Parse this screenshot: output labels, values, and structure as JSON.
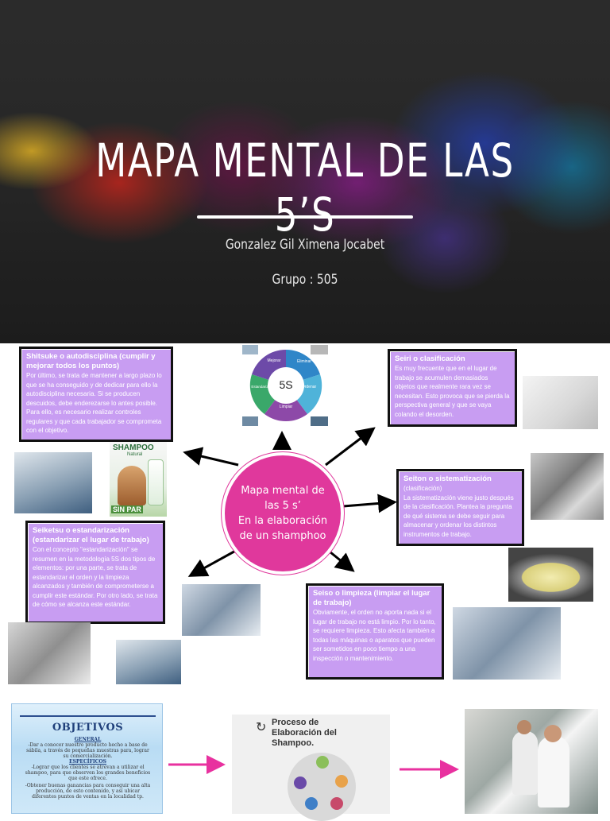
{
  "hero": {
    "title": "MAPA MENTAL DE LAS 5’S",
    "author": "Gonzalez Gil Ximena Jocabet",
    "group": "Grupo : 505"
  },
  "center": {
    "lines": [
      "Mapa mental de",
      "las 5 s’",
      "En la elaboración",
      "de un shamphoo"
    ]
  },
  "boxes": {
    "shitsuke": {
      "heading": "Shitsuke o autodisciplina (cumplir y mejorar todos los puntos)",
      "body": "Por último, se trata de mantener a largo plazo lo que se ha conseguido y de dedicar para ello la autodisciplina necesaria. Si se producen descuidos, debe enderezarse lo antes posible. Para ello, es necesario realizar controles regulares y que cada trabajador se comprometa con el objetivo."
    },
    "seiri": {
      "heading": "Seiri o clasificación",
      "body": "Es muy frecuente que en el lugar de trabajo se acumulen demasiados objetos que realmente rara vez se necesitan. Esto provoca que se pierda la perspectiva general y que se vaya colando el desorden."
    },
    "seiton": {
      "heading": "Seiton o sistematización",
      "sub": "(clasificación)",
      "body": "La sistematización viene justo después de la clasificación. Plantea la pregunta de qué sistema se debe seguir para almacenar y ordenar los distintos instrumentos de trabajo."
    },
    "seiketsu": {
      "heading": "Seiketsu o estandarización (estandarizar el lugar de trabajo)",
      "body": "Con el concepto \"estandarización\" se resumen en la metodología 5S dos tipos de elementos: por una parte, se trata de estandarizar el orden y la limpieza alcanzados y también de comprometerse a cumplir este estándar. Por otro lado, se trata de cómo se alcanza este estándar."
    },
    "seiso": {
      "heading": "Seiso o limpieza (limpiar el lugar de trabajo)",
      "body": "Obviamente, el orden no aporta nada si el lugar de trabajo no está limpio. Por lo tanto, se requiere limpieza. Esto afecta también a todas las máquinas o aparatos que pueden ser sometidos en poco tiempo a una inspección o mantenimiento."
    }
  },
  "wheel": {
    "center": "5S",
    "labels": [
      "Mejorar",
      "Eliminar",
      "Ordenar",
      "Limpiar",
      "Estandarizar"
    ]
  },
  "shampoo_ad": {
    "brand": "SHAMPOO",
    "subtitle": "Natural",
    "tag": "SIN PAR"
  },
  "objetivos": {
    "title": "OBJETIVOS",
    "general_label": "GENERAL",
    "general": "-Dar a conocer nuestro producto hecho a base de sábila, a través de pequeñas muestras para, lograr su comercialización.",
    "especificos_label": "ESPECÍFICOS",
    "esp1": "-Lograr que los clientes se atrevan a utilizar el shampoo, para que observen los grandes beneficios que este ofrece.",
    "esp2": "-Obtener buenas ganancias para conseguir una alta producción, de esto contenido, y así ubicar diferentes puntos de ventas en la localidad tp."
  },
  "proceso": {
    "title": "Proceso de Elaboración del Shampoo."
  },
  "colors": {
    "box_fill": "#c89df2",
    "center_fill": "#e0389c",
    "pink_arrow": "#e8319f"
  }
}
